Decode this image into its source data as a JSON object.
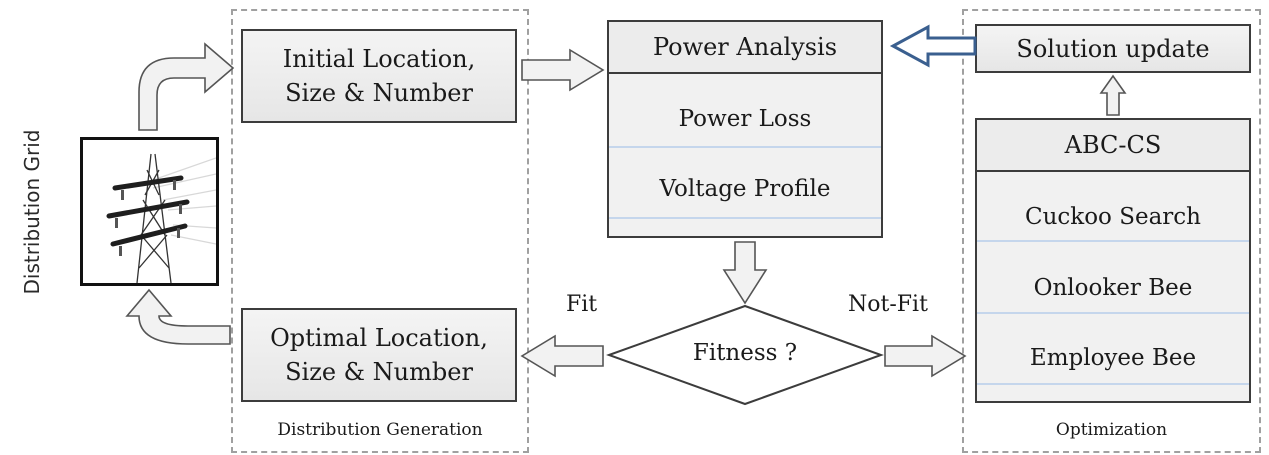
{
  "side_label": "Distribution Grid",
  "dg_group": {
    "caption": "Distribution Generation",
    "initial_box": [
      "Initial Location,",
      "Size & Number"
    ],
    "optimal_box": [
      "Optimal Location,",
      "Size & Number"
    ]
  },
  "power_analysis": {
    "title": "Power Analysis",
    "rows": [
      "Power Loss",
      "Voltage Profile"
    ]
  },
  "fitness": {
    "label": "Fitness ?",
    "fit_label": "Fit",
    "notfit_label": "Not-Fit"
  },
  "opt_group": {
    "caption": "Optimization",
    "solution_update": "Solution update",
    "abc_cs": {
      "title": "ABC-CS",
      "rows": [
        "Cuckoo Search",
        "Onlooker Bee",
        "Employee Bee"
      ]
    }
  },
  "icons": {
    "tower": "transmission-tower-icon"
  },
  "colors": {
    "arrow_fill": "#f2f2f2",
    "arrow_stroke": "#555555",
    "feedback_arrow": "#3a5f8f",
    "row_separator": "#c5d6ec"
  }
}
